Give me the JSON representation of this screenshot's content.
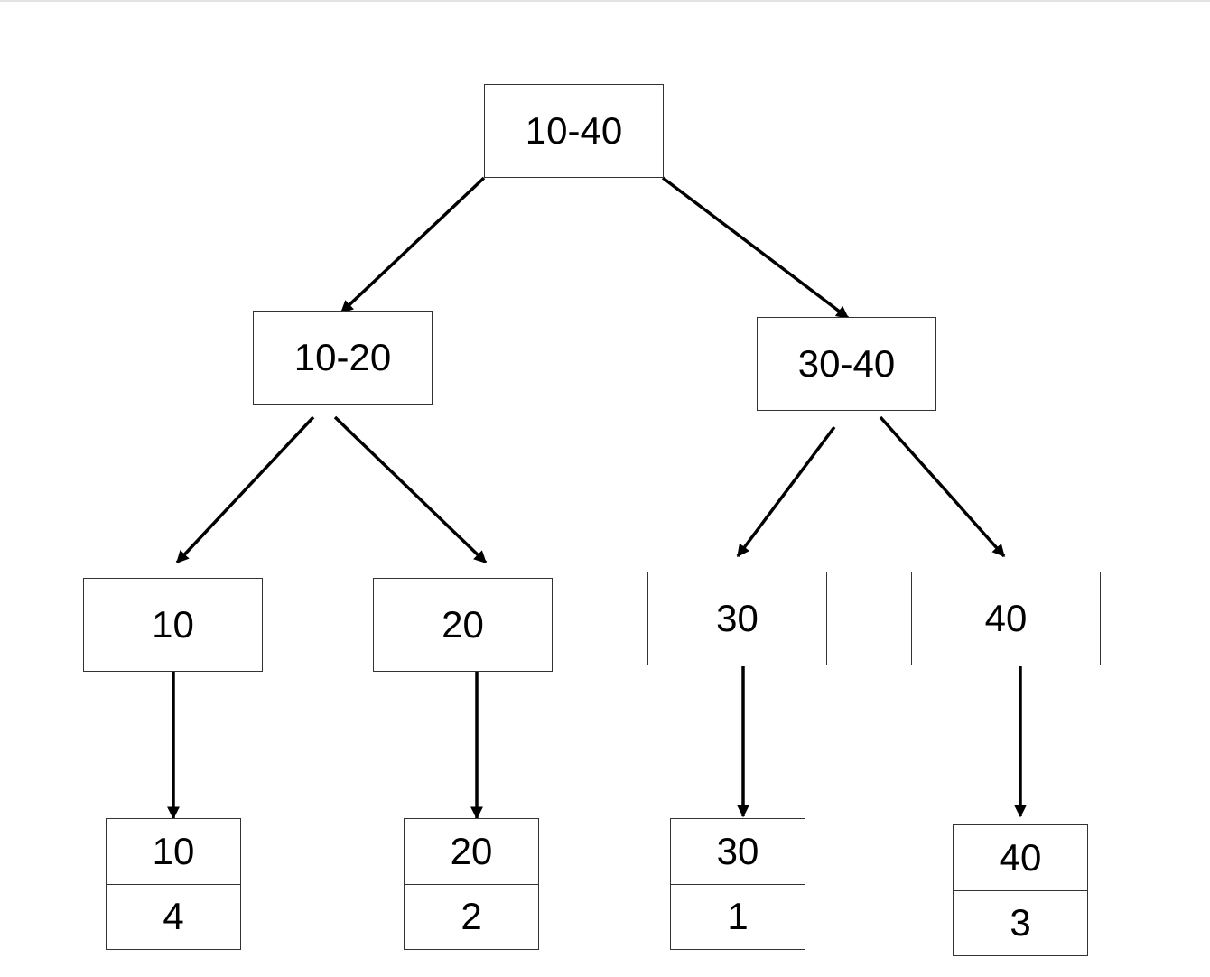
{
  "tree": {
    "root": {
      "label": "10-40"
    },
    "internal": [
      {
        "label": "10-20"
      },
      {
        "label": "30-40"
      }
    ],
    "keys": [
      {
        "label": "10"
      },
      {
        "label": "20"
      },
      {
        "label": "30"
      },
      {
        "label": "40"
      }
    ],
    "leaves": [
      {
        "key": "10",
        "value": "4"
      },
      {
        "key": "20",
        "value": "2"
      },
      {
        "key": "30",
        "value": "1"
      },
      {
        "key": "40",
        "value": "3"
      }
    ]
  },
  "colors": {
    "edge": "#000000",
    "border": "#333333",
    "background": "#ffffff"
  }
}
